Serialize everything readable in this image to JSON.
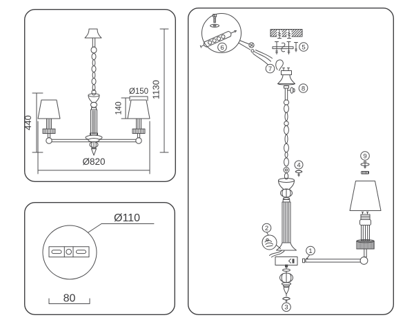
{
  "colors": {
    "line": "#4b4b4d",
    "text": "#3a3a3c",
    "background": "#ffffff"
  },
  "front_view": {
    "height_side": "440",
    "height_total": "1130",
    "shade_diameter": "Ø150",
    "shade_height": "140",
    "total_diameter": "Ø820"
  },
  "mount_detail": {
    "plate_diameter": "Ø110",
    "slot_spacing": "80"
  },
  "assembly": {
    "parts": [
      "1",
      "2",
      "3",
      "4",
      "5",
      "6",
      "7",
      "8",
      "9"
    ]
  }
}
